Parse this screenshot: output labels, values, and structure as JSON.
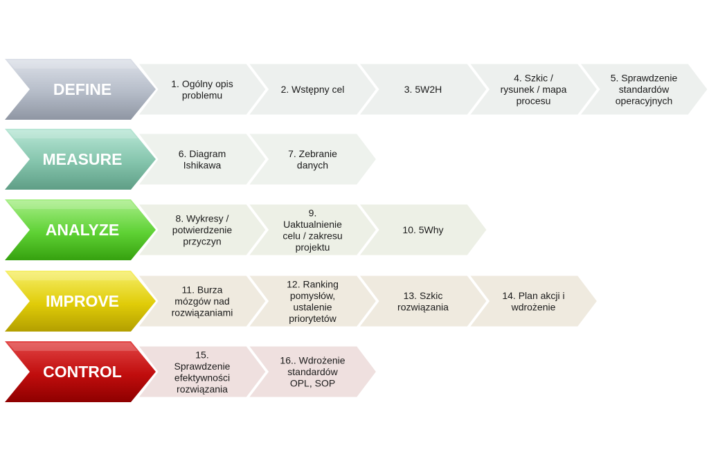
{
  "phases": [
    {
      "name": "DEFINE",
      "colors": [
        "#dde1e9",
        "#b5bcc8",
        "#8f96a3"
      ],
      "step_fill": "#edf0ee",
      "steps": [
        [
          "1. Ogólny opis",
          "problemu"
        ],
        [
          "2. Wstępny cel"
        ],
        [
          "3. 5W2H"
        ],
        [
          "4. Szkic /",
          "rysunek / mapa",
          "procesu"
        ],
        [
          "5. Sprawdzenie",
          "standardów",
          "operacyjnych"
        ]
      ]
    },
    {
      "name": "MEASURE",
      "colors": [
        "#b9e7d6",
        "#84c4ac",
        "#5f9e86"
      ],
      "step_fill": "#eef2ed",
      "steps": [
        [
          "6. Diagram",
          "Ishikawa"
        ],
        [
          "7. Zebranie",
          "danych"
        ]
      ]
    },
    {
      "name": "ANALYZE",
      "colors": [
        "#a9ee89",
        "#5ed134",
        "#36a10f"
      ],
      "step_fill": "#edf0e6",
      "steps": [
        [
          "8. Wykresy /",
          "potwierdzenie",
          "przyczyn"
        ],
        [
          "9.",
          "Uaktualnienie",
          "celu / zakresu",
          "projektu"
        ],
        [
          "10. 5Why"
        ]
      ]
    },
    {
      "name": "IMPROVE",
      "colors": [
        "#f6ef6a",
        "#e0cc08",
        "#b39f00"
      ],
      "step_fill": "#efeadf",
      "steps": [
        [
          "11. Burza",
          "mózgów nad",
          "rozwiązaniami"
        ],
        [
          "12. Ranking",
          "pomysłów,",
          "ustalenie",
          "priorytetów"
        ],
        [
          "13. Szkic",
          "rozwiązania"
        ],
        [
          "14. Plan akcji i",
          "wdrożenie"
        ]
      ]
    },
    {
      "name": "CONTROL",
      "colors": [
        "#e24545",
        "#c00d0d",
        "#8e0000"
      ],
      "step_fill": "#efe0df",
      "steps": [
        [
          "15.",
          "Sprawdzenie",
          "efektywności",
          "rozwiązania"
        ],
        [
          "16.. Wdrożenie",
          "standardów",
          "OPL, SOP"
        ]
      ]
    }
  ]
}
